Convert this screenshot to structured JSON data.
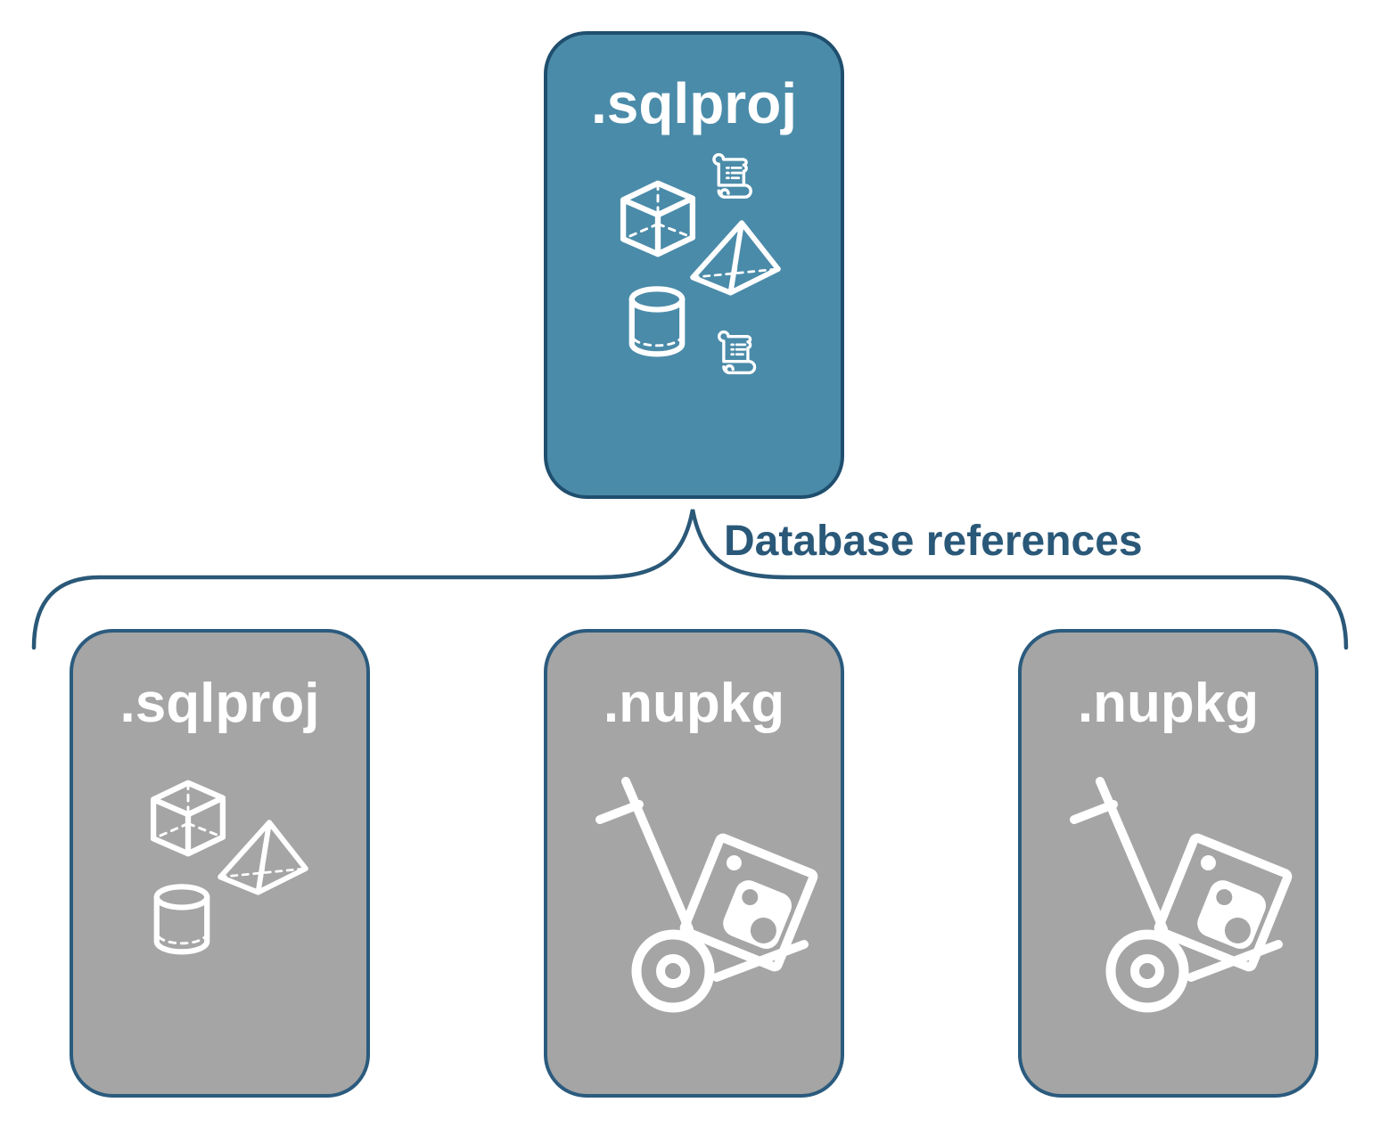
{
  "colors": {
    "background": "#FFFFFF",
    "primary_fill": "#4A8BA9",
    "primary_border": "#1F4E6E",
    "card_fill": "#A5A5A5",
    "secondary_border": "#2B5B7E",
    "connector": "#2A5878",
    "label_text": "#FFFFFF",
    "icon_stroke": "#FFFFFF"
  },
  "diagram": {
    "root_card": {
      "label": ".sqlproj",
      "icons": [
        "cube-icon",
        "scroll-icon",
        "pyramid-icon",
        "cylinder-icon",
        "scroll-icon"
      ]
    },
    "connector": {
      "label": "Database references"
    },
    "child_cards": [
      {
        "label": ".sqlproj",
        "icons": [
          "cube-icon",
          "pyramid-icon",
          "cylinder-icon"
        ]
      },
      {
        "label": ".nupkg",
        "icons": [
          "package-dolly-icon"
        ]
      },
      {
        "label": ".nupkg",
        "icons": [
          "package-dolly-icon"
        ]
      }
    ]
  }
}
